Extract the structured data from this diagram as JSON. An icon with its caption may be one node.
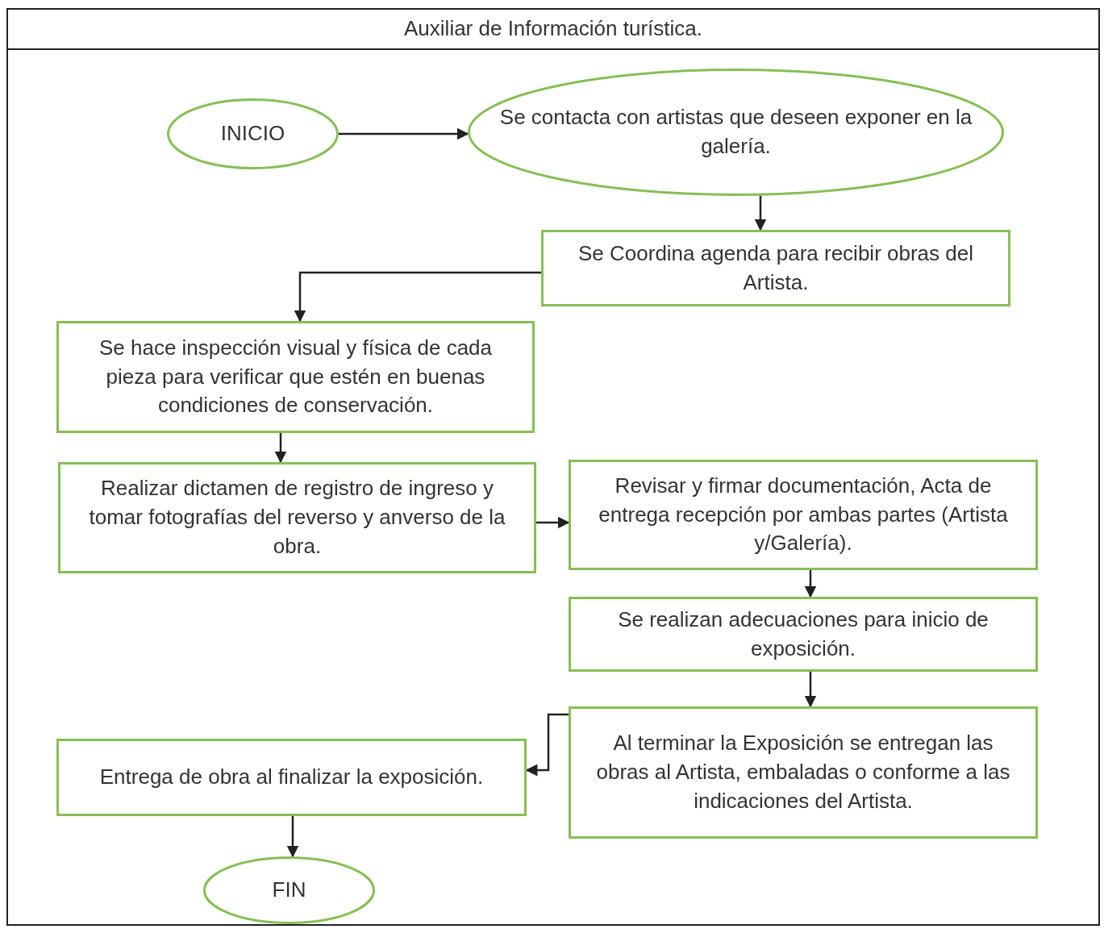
{
  "diagram": {
    "title": "Auxiliar de Información turística.",
    "nodes": [
      {
        "text": [
          "INICIO"
        ]
      },
      {
        "text": [
          "Se contacta con artistas que deseen exponer en la galería."
        ]
      },
      {
        "text": [
          "Se Coordina agenda para recibir obras del Artista."
        ]
      },
      {
        "text": [
          "Se hace inspección visual y física de cada pieza para verificar que estén en buenas condiciones de conservación."
        ]
      },
      {
        "text": [
          "Realizar dictamen de registro de ingreso y tomar fotografías del reverso y anverso de la obra."
        ]
      },
      {
        "text": [
          "Revisar y firmar documentación, Acta de entrega recepción por ambas partes (Artista y/Galería)."
        ]
      },
      {
        "text": [
          "Se realizan adecuaciones para inicio de exposición."
        ]
      },
      {
        "text": [
          "Al terminar la Exposición se entregan las obras al Artista, embaladas o conforme a las indicaciones del Artista."
        ]
      },
      {
        "text": [
          "Entrega de obra al finalizar la exposición."
        ]
      },
      {
        "text": [
          "FIN"
        ]
      }
    ],
    "edges": [
      {
        "from": 0,
        "to": 1,
        "arrow": "to"
      },
      {
        "from": 1,
        "to": 2,
        "arrow": "to"
      },
      {
        "from": 2,
        "to": 3,
        "arrow": "to"
      },
      {
        "from": 3,
        "to": 4,
        "arrow": "to"
      },
      {
        "from": 4,
        "to": 5,
        "arrow": "to"
      },
      {
        "from": 5,
        "to": 6,
        "arrow": "to"
      },
      {
        "from": 6,
        "to": 7,
        "arrow": "to"
      },
      {
        "from": 7,
        "to": 8,
        "arrow": "to"
      },
      {
        "from": 8,
        "to": 9,
        "arrow": "to"
      }
    ]
  }
}
